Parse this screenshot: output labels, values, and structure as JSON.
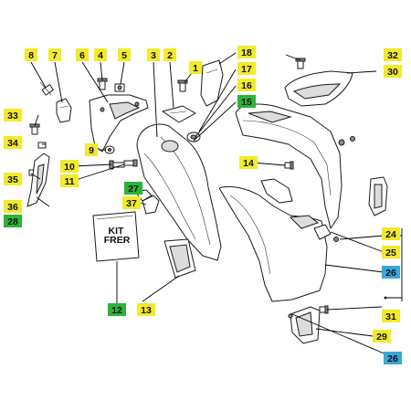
{
  "colors": {
    "label_yellow": "#f2ea2a",
    "label_green": "#2bb33a",
    "label_blue": "#3aa6d9",
    "label_plain": "#ffffff",
    "text": "#111111"
  },
  "label_text": {
    "l1": "1",
    "l2": "2",
    "l3": "3",
    "l4": "4",
    "l5": "5",
    "l6": "6",
    "l7": "7",
    "l8": "8",
    "l9": "9",
    "l10": "10",
    "l11": "11",
    "l12": "12",
    "l13": "13",
    "l14": "14",
    "l15": "15",
    "l16": "16",
    "l17": "17",
    "l18": "18",
    "l24": "24",
    "l25": "25",
    "l26a": "26",
    "l26b": "26",
    "l27": "27",
    "l28": "28",
    "l29": "29",
    "l30": "30",
    "l31": "31",
    "l32": "32",
    "l33": "33",
    "l34": "34",
    "l35": "35",
    "l36": "36",
    "l37": "37"
  },
  "label_highlight": {
    "l1": "yellow",
    "l2": "yellow",
    "l3": "yellow",
    "l4": "yellow",
    "l5": "yellow",
    "l6": "yellow",
    "l7": "yellow",
    "l8": "yellow",
    "l9": "yellow",
    "l10": "yellow",
    "l11": "yellow",
    "l12": "green",
    "l13": "yellow",
    "l14": "yellow",
    "l15": "green",
    "l16": "yellow",
    "l17": "yellow",
    "l18": "yellow",
    "l24": "yellow",
    "l25": "yellow",
    "l26a": "blue",
    "l26b": "blue",
    "l27": "green",
    "l28": "green",
    "l29": "yellow",
    "l30": "yellow",
    "l31": "yellow",
    "l32": "yellow",
    "l33": "yellow",
    "l34": "yellow",
    "l35": "yellow",
    "l36": "yellow",
    "l37": "yellow"
  },
  "kit_bag_text": {
    "line1": "KIT",
    "line2": "FRER"
  }
}
